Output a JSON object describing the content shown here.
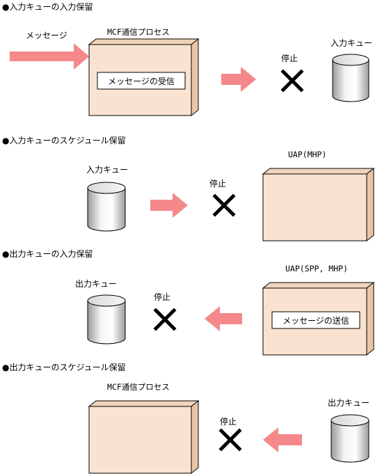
{
  "sections": [
    {
      "heading": "●入力キューの入力保留",
      "message_label": "メッセージ",
      "process_label": "MCF通信プロセス",
      "inner_box_label": "メッセージの受信",
      "stop_label": "停止",
      "queue_label": "入力キュー"
    },
    {
      "heading": "●入力キューのスケジュール保留",
      "queue_label": "入力キュー",
      "stop_label": "停止",
      "process_label": "UAP(MHP)"
    },
    {
      "heading": "●出力キューの入力保留",
      "queue_label": "出力キュー",
      "stop_label": "停止",
      "process_label": "UAP(SPP, MHP)",
      "inner_box_label": "メッセージの送信"
    },
    {
      "heading": "●出力キューのスケジュール保留",
      "process_label": "MCF通信プロセス",
      "stop_label": "停止",
      "queue_label": "出力キュー"
    }
  ],
  "colors": {
    "arrow": "#f4888a",
    "box_front": "#f9e2cf",
    "box_side": "#e9c6a6",
    "stop_mark": "#000000"
  }
}
